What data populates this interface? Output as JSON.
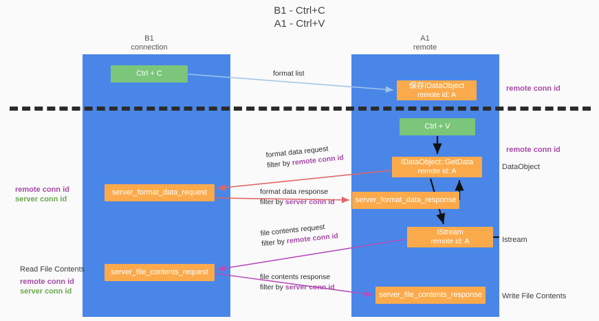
{
  "title": {
    "line1": "B1 - Ctrl+C",
    "line2": "A1 - Ctrl+V"
  },
  "lanes": [
    {
      "id": "b1",
      "name": "B1",
      "role": "connection"
    },
    {
      "id": "a1",
      "name": "A1",
      "role": "remote"
    }
  ],
  "nodes": {
    "ctrl_c": {
      "label": "Ctrl + C",
      "color": "#7bc67b",
      "lane": "b1"
    },
    "ido_save": {
      "label": "保存IDataObject",
      "sub": "remote id: A",
      "color": "#fbaa4b",
      "lane": "a1"
    },
    "ctrl_v": {
      "label": "Ctrl + V",
      "color": "#7bc67b",
      "lane": "a1"
    },
    "getdata": {
      "label": "IDataObject::GetData",
      "sub": "remote id: A",
      "color": "#fbaa4b",
      "lane": "a1"
    },
    "sfd_request": {
      "label": "server_format_data_request",
      "color": "#fbaa4b",
      "lane": "b1"
    },
    "sfd_response": {
      "label": "server_format_data_response",
      "color": "#fbaa4b",
      "lane": "a1"
    },
    "istream": {
      "label": "IStream",
      "sub": "remote id: A",
      "color": "#fbaa4b",
      "lane": "a1"
    },
    "sfc_request": {
      "label": "server_file_contents_request",
      "color": "#fbaa4b",
      "lane": "b1"
    },
    "sfc_response": {
      "label": "server_file_contents_response",
      "color": "#fbaa4b",
      "lane": "a1"
    }
  },
  "edge_labels": {
    "format_list": {
      "text": "format list"
    },
    "format_data_request": {
      "text": "format data request",
      "filter_prefix": "filter by ",
      "filter_key": "remote conn id"
    },
    "format_data_response": {
      "text": "format data response",
      "filter_prefix": "filter by ",
      "filter_key": "server conn id"
    },
    "file_contents_request": {
      "text": "file contents request",
      "filter_prefix": "filter by ",
      "filter_key": "remote conn id"
    },
    "file_contents_response": {
      "text": "file contents response",
      "filter_prefix": "filter by ",
      "filter_key": "server conn id"
    }
  },
  "annotations": {
    "remote_conn_id_top": "remote conn id",
    "remote_conn_id_mid": "remote conn id",
    "dataobject": "DataObject",
    "istream": "Istream",
    "write_file_contents": "Write File Contents",
    "read_file_contents": "Read File Contents",
    "left_mid_remote": "remote conn id",
    "left_mid_server": "server conn id",
    "left_bot_remote": "remote conn id",
    "left_bot_server": "server conn id"
  },
  "colors": {
    "lane": "#4a86e8",
    "green_node": "#7bc67b",
    "orange_node": "#fbaa4b",
    "purple_text": "#a64ca6",
    "green_text": "#6aa84f",
    "arrow_blue": "#9fc5e8",
    "arrow_red": "#e06666",
    "arrow_magenta": "#b84dbd",
    "arrow_black": "#000000",
    "separator": "#2b2b2b",
    "background": "#fafafa"
  }
}
